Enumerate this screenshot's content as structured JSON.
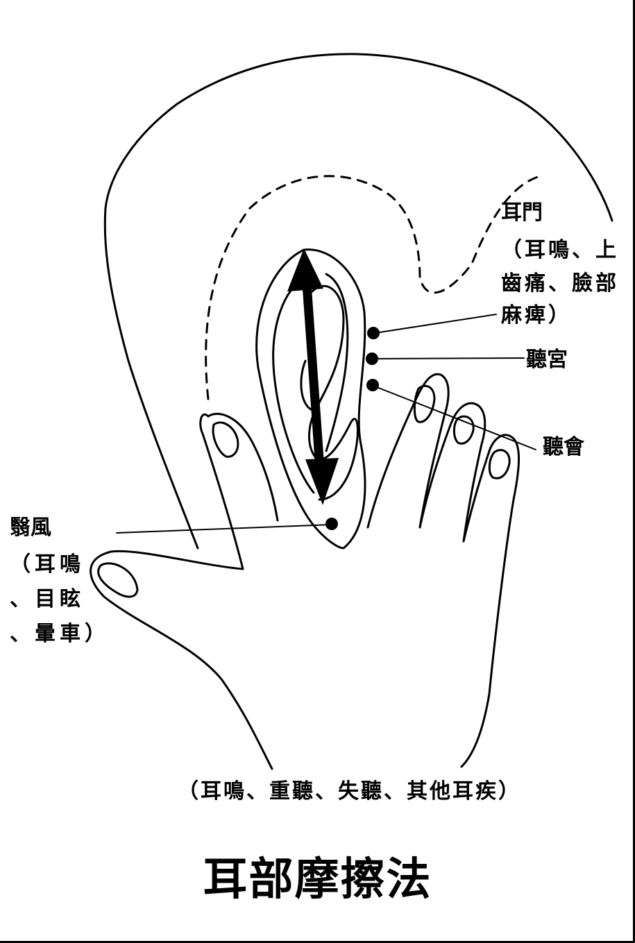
{
  "title": "耳部摩擦法",
  "caption": "（耳鳴、重聽、失聽、其他耳疾）",
  "points": {
    "ermen": {
      "name": "耳門",
      "lines": [
        "（耳鳴、上",
        "齒痛、臉部",
        "麻痺）"
      ]
    },
    "tinggong": {
      "name": "聽宮"
    },
    "tinghui": {
      "name": "聽會"
    },
    "yifeng": {
      "name": "翳風",
      "lines": [
        "（耳鳴",
        "、目眩",
        "、暈車）"
      ]
    }
  },
  "colors": {
    "ink": "#000000",
    "paper": "#ffffff"
  },
  "icons": {
    "massage_direction": "double-headed-arrow-icon",
    "acupoint": "dot-icon"
  }
}
